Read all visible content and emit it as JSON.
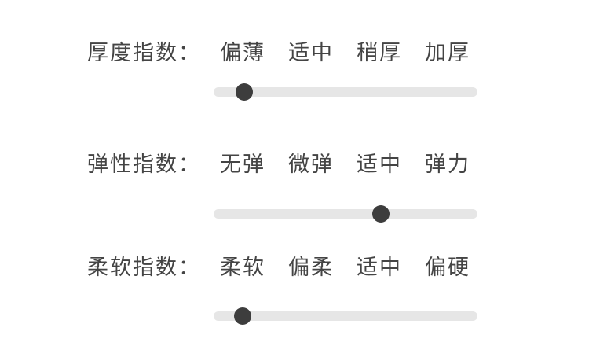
{
  "attributes": [
    {
      "label": "厚度指数：",
      "options": [
        "偏薄",
        "适中",
        "稍厚",
        "加厚"
      ],
      "level": 0.116
    },
    {
      "label": "弹性指数：",
      "options": [
        "无弹",
        "微弹",
        "适中",
        "弹力"
      ],
      "level": 0.634
    },
    {
      "label": "柔软指数：",
      "options": [
        "柔软",
        "偏柔",
        "适中",
        "偏硬"
      ],
      "level": 0.11
    }
  ],
  "colors": {
    "text": "#444444",
    "track": "#e6e6e6",
    "thumb": "#3d3d3d"
  }
}
